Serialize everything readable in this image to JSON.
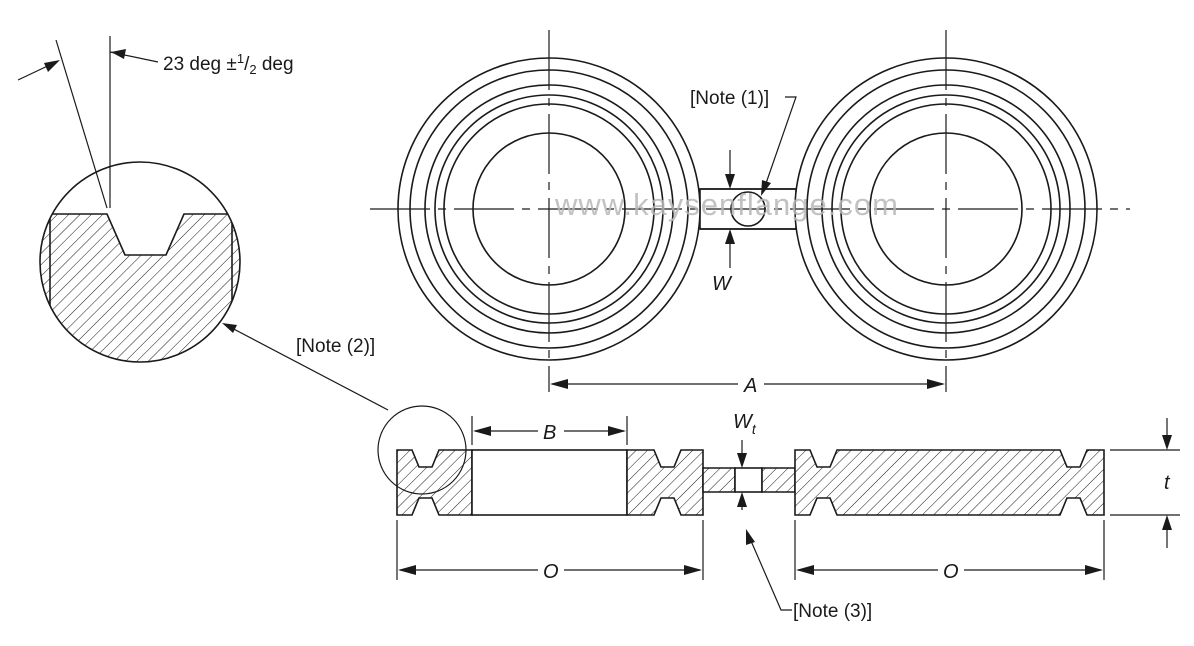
{
  "labels": {
    "angle": "23 deg ±",
    "angle_num": "1",
    "angle_slash": "/",
    "angle_den": "2",
    "angle_unit": " deg",
    "note1": "[Note (1)]",
    "note2": "[Note (2)]",
    "note3": "[Note (3)]",
    "dim_A": "A",
    "dim_B": "B",
    "dim_O_left": "O",
    "dim_O_right": "O",
    "dim_W": "W",
    "dim_Wt": "W",
    "dim_Wt_sub": "t",
    "dim_t": "t"
  },
  "watermark": "www.kaysenflange.com"
}
